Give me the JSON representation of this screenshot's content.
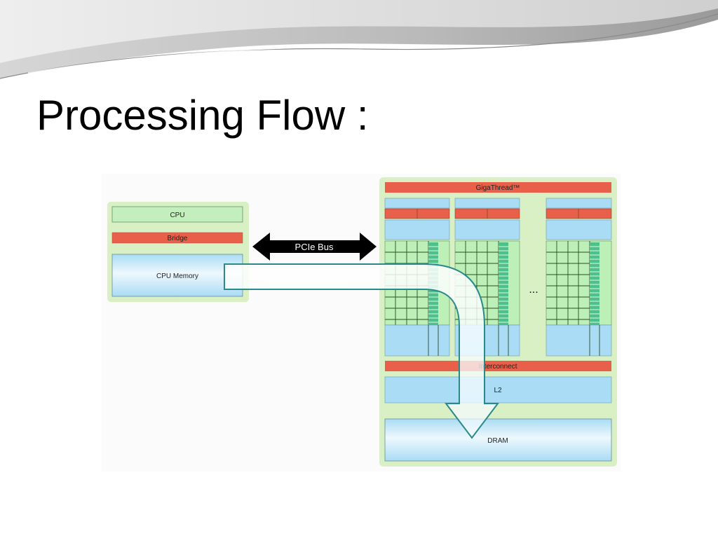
{
  "slide": {
    "title": "Processing Flow :"
  },
  "diagram": {
    "host": {
      "cpu_label": "CPU",
      "bridge_label": "Bridge",
      "memory_label": "CPU Memory"
    },
    "bus": {
      "label": "PCIe Bus"
    },
    "gpu": {
      "gigathread_label": "GigaThread™",
      "ellipsis": "...",
      "interconnect_label": "Interconnect",
      "l2_label": "L2",
      "dram_label": "DRAM"
    },
    "colors": {
      "green_panel": "#d8f0c4",
      "green_block": "#bdf0b6",
      "red_bar": "#e8604a",
      "blue_block": "#aadcf6",
      "arrow_stroke": "#2a8a8a",
      "bus_arrow": "#000000"
    }
  }
}
